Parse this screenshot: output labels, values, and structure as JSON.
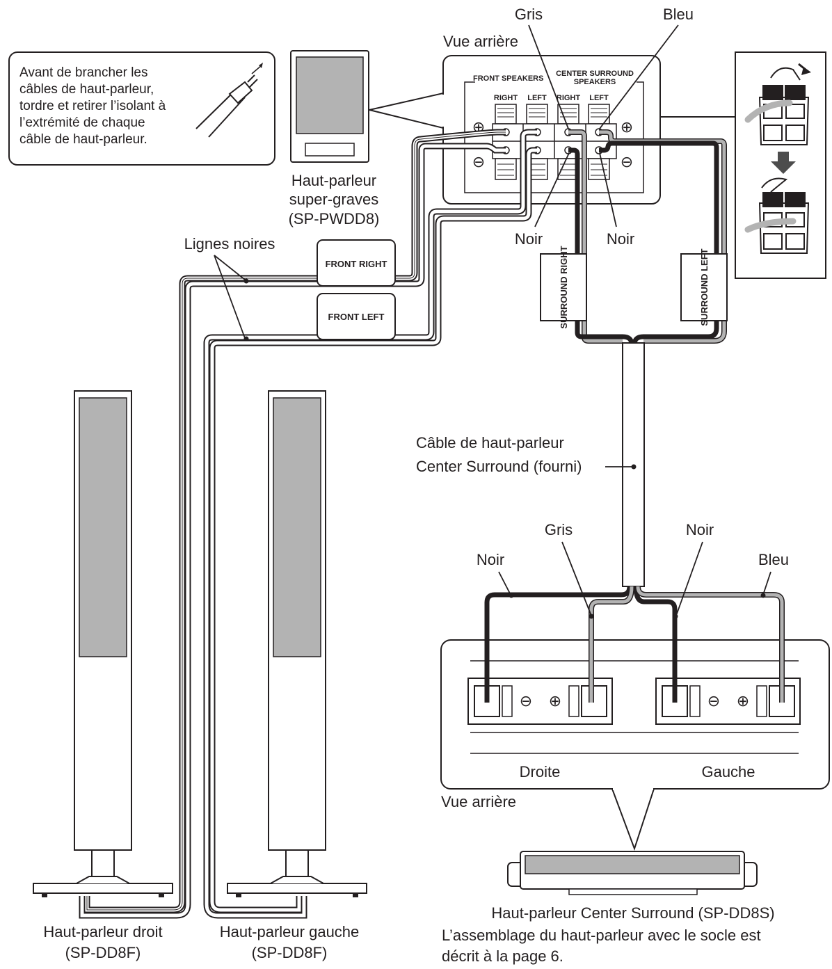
{
  "labels": {
    "gris_top": "Gris",
    "bleu_top": "Bleu",
    "vue_arriere_top": "Vue arrière",
    "note_lines": [
      "Avant de brancher les",
      "câbles de haut-parleur,",
      "tordre et retirer l’isolant à",
      "l’extrémité de chaque",
      "câble de haut-parleur."
    ],
    "subwoofer_lines": [
      "Haut-parleur",
      "super-graves",
      "(SP-PWDD8)"
    ],
    "noir_left": "Noir",
    "noir_right": "Noir",
    "lignes_noires": "Lignes noires",
    "front_right": "FRONT RIGHT",
    "front_left": "FRONT LEFT",
    "surround_right": "SURROUND RIGHT",
    "surround_left": "SURROUND LEFT",
    "front_speakers": "FRONT SPEAKERS",
    "center_surround_line1": "CENTER SURROUND",
    "center_surround_line2": "SPEAKERS",
    "right_1": "RIGHT",
    "left_1": "LEFT",
    "right_2": "RIGHT",
    "left_2": "LEFT",
    "cable_lines": [
      "Câble de haut-parleur",
      "Center Surround (fourni)"
    ],
    "gris_bottom": "Gris",
    "noir_bottom_left": "Noir",
    "noir_bottom_right": "Noir",
    "bleu_bottom": "Bleu",
    "droite": "Droite",
    "gauche": "Gauche",
    "vue_arriere_bottom": "Vue arrière",
    "center_speaker_name": "Haut-parleur Center Surround (SP-DD8S)",
    "assembly_lines": [
      "L’assemblage du haut-parleur avec le socle est",
      "décrit à la page 6."
    ],
    "right_speaker_lines": [
      "Haut-parleur droit",
      "(SP-DD8F)"
    ],
    "left_speaker_lines": [
      "Haut-parleur gauche",
      "(SP-DD8F)"
    ],
    "plus_symbol": "⊕",
    "minus_symbol": "⊖"
  },
  "colors": {
    "ink": "#231f20",
    "grey_wire": "#b3b3b3",
    "panel_fill": "#b3b3b3"
  }
}
